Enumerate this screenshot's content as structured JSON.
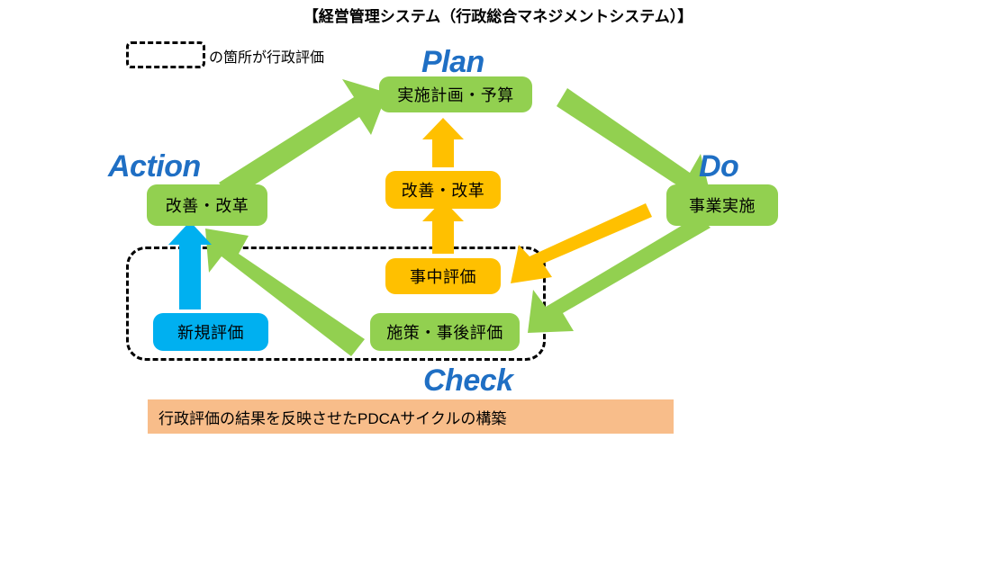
{
  "title": "【経営管理システム（行政総合マネジメントシステム）】",
  "legend": {
    "box_name": "dashed-sample-box",
    "text": "の箇所が行政評価"
  },
  "phase_labels": {
    "plan": "Plan",
    "do": "Do",
    "check": "Check",
    "action": "Action"
  },
  "nodes": {
    "plan": "実施計画・予算",
    "action": "改善・改革",
    "do": "事業実施",
    "kaizen_mid": "改善・改革",
    "jichu": "事中評価",
    "shinki": "新規評価",
    "shisaku": "施策・事後評価"
  },
  "banner": {
    "text": "行政評価の結果を反映させたPDCAサイクルの構築"
  },
  "colors": {
    "green": "#92d050",
    "orange": "#ffc000",
    "blue": "#00b0f0",
    "peach": "#f8bd8a",
    "label_blue": "#1f6fc4",
    "dash_black": "#000000",
    "background": "#ffffff"
  },
  "arrows": [
    {
      "name": "action-to-plan",
      "color": "#92d050",
      "from": "改善・改革",
      "to": "実施計画・予算"
    },
    {
      "name": "plan-to-do",
      "color": "#92d050",
      "from": "実施計画・予算",
      "to": "事業実施"
    },
    {
      "name": "do-to-jichu",
      "color": "#ffc000",
      "from": "事業実施",
      "to": "事中評価"
    },
    {
      "name": "jichu-to-kaizen-mid",
      "color": "#ffc000",
      "from": "事中評価",
      "to": "改善・改革"
    },
    {
      "name": "kaizen-mid-to-plan",
      "color": "#ffc000",
      "from": "改善・改革",
      "to": "実施計画・予算"
    },
    {
      "name": "do-to-shisaku",
      "color": "#92d050",
      "from": "事業実施",
      "to": "施策・事後評価"
    },
    {
      "name": "shisaku-to-action",
      "color": "#92d050",
      "from": "施策・事後評価",
      "to": "改善・改革"
    },
    {
      "name": "shinki-to-action",
      "color": "#00b0f0",
      "from": "新規評価",
      "to": "改善・改革"
    }
  ]
}
